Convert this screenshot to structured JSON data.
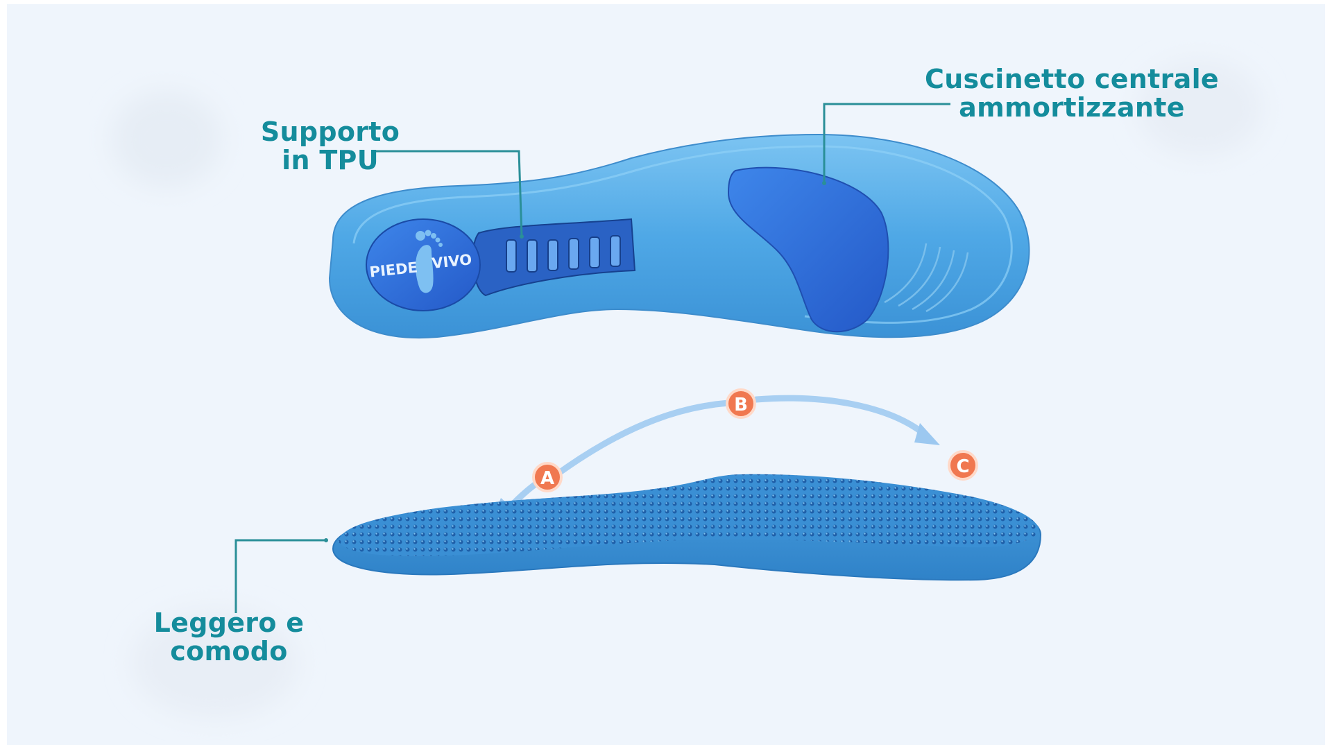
{
  "labels": {
    "supporto": {
      "line1": "Supporto",
      "line2": "in TPU"
    },
    "cuscinetto": {
      "line1": "Cuscinetto centrale",
      "line2": "ammortizzante"
    },
    "leggero": {
      "line1": "Leggero e",
      "line2": "comodo"
    }
  },
  "logo": {
    "left_word": "PIEDE",
    "right_word": "VIVO"
  },
  "markers": {
    "a": "A",
    "b": "B",
    "c": "C"
  },
  "colors": {
    "background": "#eff5fc",
    "label_teal": "#148c9c",
    "insole_blue": "#4aa3e0",
    "pad_blue": "#2f6fdc",
    "marker_orange": "#f07850"
  }
}
